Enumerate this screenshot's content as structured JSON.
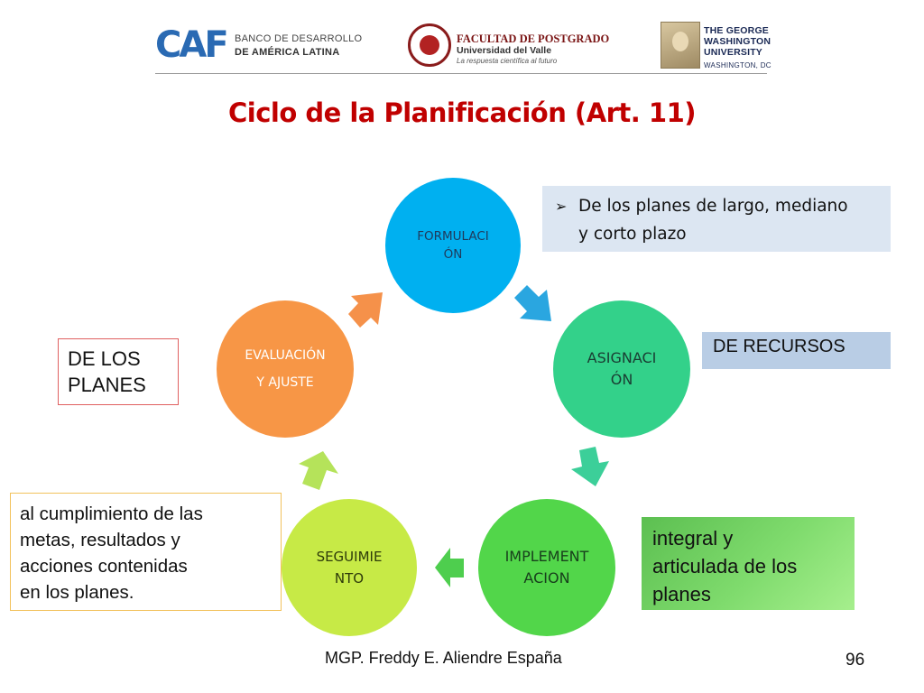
{
  "header": {
    "caf": {
      "mark": "CAF",
      "line1": "BANCO DE DESARROLLO",
      "line2": "DE AMÉRICA LATINA"
    },
    "postgrado": {
      "title": "FACULTAD DE POSTGRADO",
      "subtitle": "Universidad del Valle",
      "tagline": "La respuesta científica al futuro"
    },
    "gwu": {
      "line1": "THE GEORGE",
      "line2": "WASHINGTON",
      "line3": "UNIVERSITY",
      "city": "WASHINGTON, DC"
    }
  },
  "title": "Ciclo de la Planificación (Art. 11)",
  "cycle": {
    "formulacion": [
      "FORMULACI",
      "ÓN"
    ],
    "asignacion": [
      "ASIGNACI",
      "ÓN"
    ],
    "implementacion": [
      "IMPLEMENT",
      "ACION"
    ],
    "seguimiento": [
      "SEGUIMIE",
      "NTO"
    ],
    "evaluacion": [
      "EVALUACIÓN",
      "Y AJUSTE"
    ]
  },
  "boxes": {
    "largo": [
      "De los planes de largo, mediano",
      "y corto plazo"
    ],
    "recursos": "DE RECURSOS",
    "planes": [
      "DE LOS",
      "PLANES"
    ],
    "cumplimiento": [
      "al cumplimiento de las",
      "metas, resultados y",
      "acciones contenidas",
      "en los planes."
    ],
    "integral": [
      "integral y",
      "articulada de los",
      "planes"
    ]
  },
  "footer": {
    "author": "MGP. Freddy E. Aliendre España",
    "page": "96"
  },
  "colors": {
    "title": "#c00000",
    "formulacion": "#00b0f0",
    "asignacion": "#33d18a",
    "implementacion": "#52d64a",
    "seguimiento": "#c7ea46",
    "evaluacion": "#f79646"
  }
}
